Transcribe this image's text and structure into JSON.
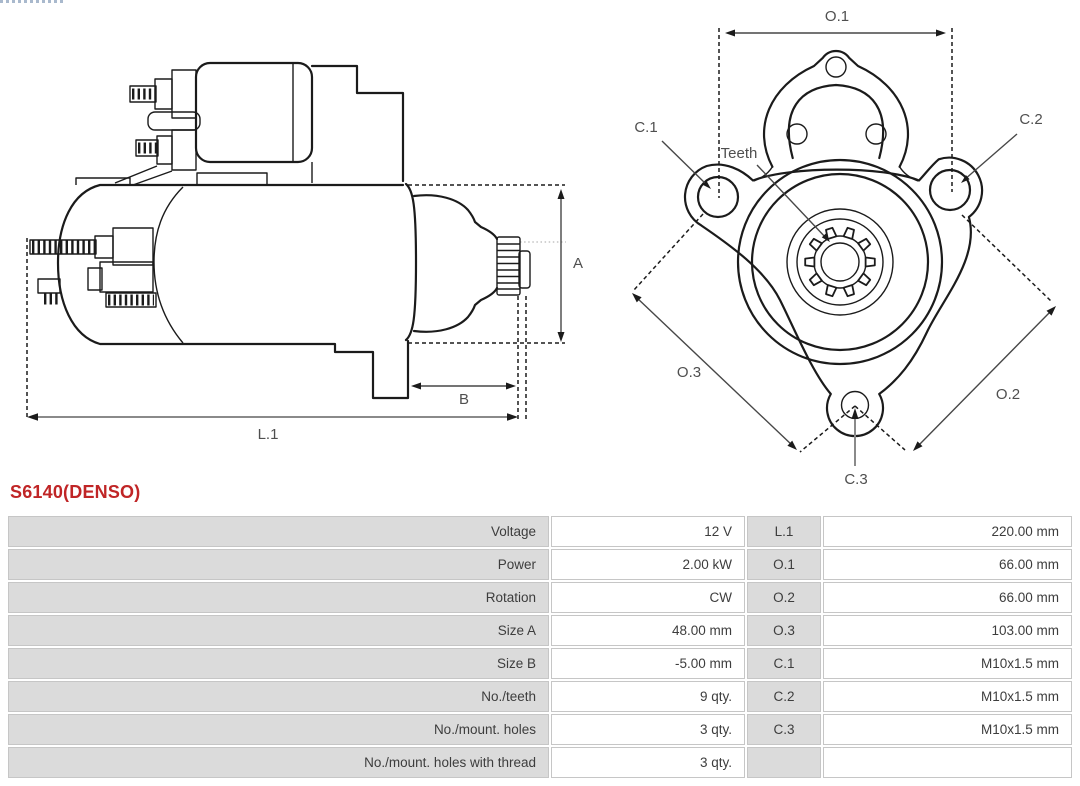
{
  "page": {
    "background": "#ffffff"
  },
  "header": {
    "title": "S6140(DENSO)",
    "title_color": "#c02526"
  },
  "diagram": {
    "side_view": {
      "dim_a": "A",
      "dim_b": "B",
      "dim_l1": "L.1"
    },
    "front_view": {
      "dim_o1": "O.1",
      "dim_o2": "O.2",
      "dim_o3": "O.3",
      "hole_c1": "C.1",
      "hole_c2": "C.2",
      "hole_c3": "C.3",
      "teeth_label": "Teeth"
    }
  },
  "spec_table": {
    "rows": [
      {
        "label": "Voltage",
        "value": "12 V",
        "dim_label": "L.1",
        "dim_value": "220.00 mm"
      },
      {
        "label": "Power",
        "value": "2.00 kW",
        "dim_label": "O.1",
        "dim_value": "66.00 mm"
      },
      {
        "label": "Rotation",
        "value": "CW",
        "dim_label": "O.2",
        "dim_value": "66.00 mm"
      },
      {
        "label": "Size A",
        "value": "48.00 mm",
        "dim_label": "O.3",
        "dim_value": "103.00 mm"
      },
      {
        "label": "Size B",
        "value": "-5.00 mm",
        "dim_label": "C.1",
        "dim_value": "M10x1.5 mm"
      },
      {
        "label": "No./teeth",
        "value": "9 qty.",
        "dim_label": "C.2",
        "dim_value": "M10x1.5 mm"
      },
      {
        "label": "No./mount. holes",
        "value": "3 qty.",
        "dim_label": "C.3",
        "dim_value": "M10x1.5 mm"
      },
      {
        "label": "No./mount. holes with thread",
        "value": "3 qty.",
        "dim_label": "",
        "dim_value": ""
      }
    ],
    "colors": {
      "label_bg": "#dbdbdb",
      "value_bg": "#ffffff",
      "border": "#c6c6c6",
      "text": "#3d3d3d"
    }
  }
}
